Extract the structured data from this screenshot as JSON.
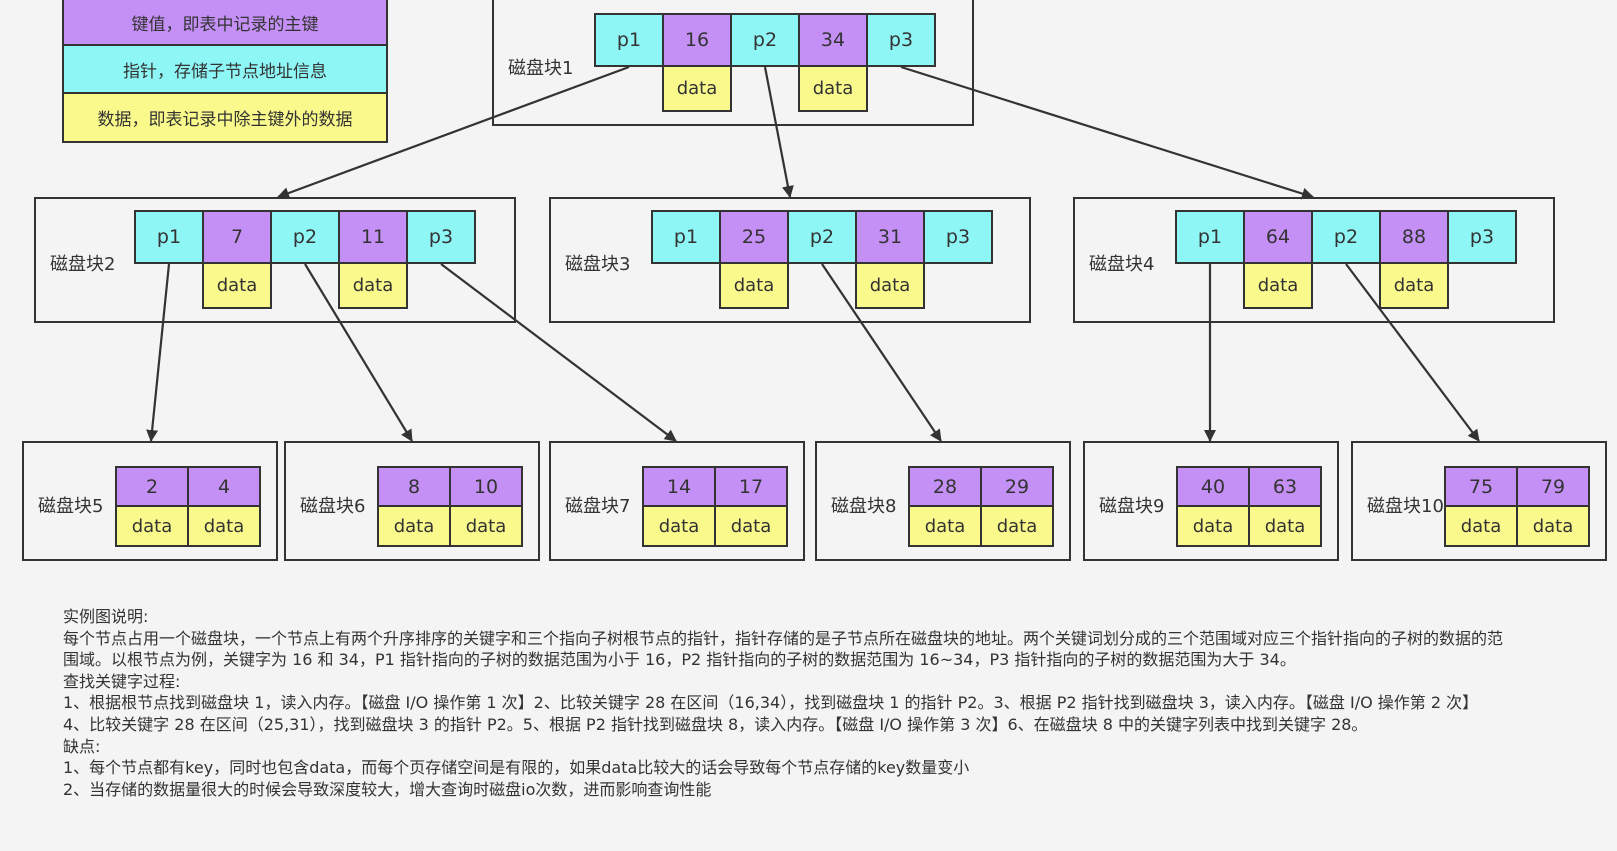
{
  "legend": {
    "key": "键值，即表中记录的主键",
    "pointer": "指针，存储子节点地址信息",
    "data": "数据，即表记录中除主键外的数据"
  },
  "tree": {
    "root": {
      "label": "磁盘块1",
      "ptrs": [
        "p1",
        "p2",
        "p3"
      ],
      "keys": [
        "16",
        "34"
      ],
      "data": [
        "data",
        "data"
      ]
    },
    "level2": [
      {
        "label": "磁盘块2",
        "ptrs": [
          "p1",
          "p2",
          "p3"
        ],
        "keys": [
          "7",
          "11"
        ],
        "data": [
          "data",
          "data"
        ]
      },
      {
        "label": "磁盘块3",
        "ptrs": [
          "p1",
          "p2",
          "p3"
        ],
        "keys": [
          "25",
          "31"
        ],
        "data": [
          "data",
          "data"
        ]
      },
      {
        "label": "磁盘块4",
        "ptrs": [
          "p1",
          "p2",
          "p3"
        ],
        "keys": [
          "64",
          "88"
        ],
        "data": [
          "data",
          "data"
        ]
      }
    ],
    "leaves": [
      {
        "label": "磁盘块5",
        "keys": [
          "2",
          "4"
        ],
        "data": [
          "data",
          "data"
        ]
      },
      {
        "label": "磁盘块6",
        "keys": [
          "8",
          "10"
        ],
        "data": [
          "data",
          "data"
        ]
      },
      {
        "label": "磁盘块7",
        "keys": [
          "14",
          "17"
        ],
        "data": [
          "data",
          "data"
        ]
      },
      {
        "label": "磁盘块8",
        "keys": [
          "28",
          "29"
        ],
        "data": [
          "data",
          "data"
        ]
      },
      {
        "label": "磁盘块9",
        "keys": [
          "40",
          "63"
        ],
        "data": [
          "data",
          "data"
        ]
      },
      {
        "label": "磁盘块10",
        "keys": [
          "75",
          "79"
        ],
        "data": [
          "data",
          "data"
        ]
      }
    ]
  },
  "description": {
    "title": "实例图说明:",
    "para1": "每个节点占用一个磁盘块，一个节点上有两个升序排序的关键字和三个指向子树根节点的指针，指针存储的是子节点所在磁盘块的地址。两个关键词划分成的三个范围域对应三个指针指向的子树的数据的范围域。以根节点为例，关键字为 16 和 34，P1 指针指向的子树的数据范围为小于 16，P2 指针指向的子树的数据范围为 16~34，P3 指针指向的子树的数据范围为大于 34。",
    "search_title": "查找关键字过程:",
    "search_steps": "1、根据根节点找到磁盘块 1，读入内存。【磁盘 I/O 操作第 1 次】2、比较关键字 28 在区间（16,34），找到磁盘块 1 的指针 P2。3、根据 P2 指针找到磁盘块 3，读入内存。【磁盘 I/O 操作第 2 次】4、比较关键字 28 在区间（25,31），找到磁盘块 3 的指针 P2。5、根据 P2 指针找到磁盘块 8，读入内存。【磁盘 I/O 操作第 3 次】6、在磁盘块 8 中的关键字列表中找到关键字 28。",
    "cons_title": "缺点:",
    "con1": "1、每个节点都有key，同时也包含data，而每个页存储空间是有限的，如果data比较大的话会导致每个节点存储的key数量变小",
    "con2": "2、当存储的数据量很大的时候会导致深度较大，增大查询时磁盘io次数，进而影响查询性能"
  },
  "colors": {
    "key": "#c490f5",
    "pointer": "#8ff6f6",
    "data": "#fafa8c",
    "border": "#333333"
  }
}
